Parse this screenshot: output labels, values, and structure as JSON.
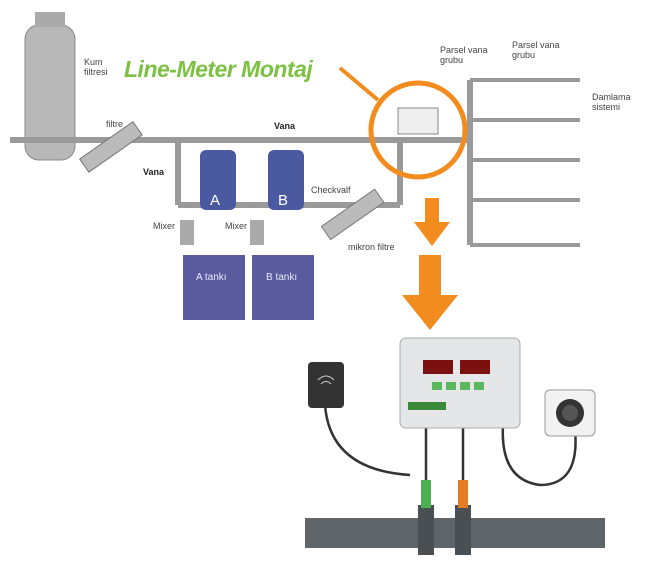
{
  "title": "Line-Meter Montaj",
  "labels": {
    "sand_filter": "Kum filtresi",
    "filter": "filtre",
    "valve_main": "Vana",
    "valve_side": "Vana",
    "mixer_a": "Mixer",
    "mixer_b": "Mixer",
    "checkvalve": "Checkvalf",
    "micron_filter": "mikron filtre",
    "parcel_valve_1": "Parsel vana grubu",
    "parcel_valve_2": "Parsel vana grubu",
    "drip_system": "Damlama sistemi",
    "doser_a": "A",
    "doser_b": "B",
    "tank_a": "A tankı",
    "tank_b": "B tankı"
  },
  "colors": {
    "title": "#7cc142",
    "arrow": "#f28c1e",
    "tank": "#5a5a9e",
    "pipe": "#5f6468"
  }
}
